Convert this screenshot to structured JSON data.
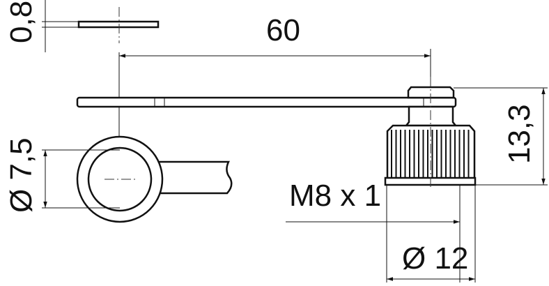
{
  "dimensions": {
    "thickness": "0,8",
    "length": "60",
    "height": "13,3",
    "ring_diameter": "Ø 7,5",
    "thread": "M8 x 1",
    "cap_diameter": "Ø 12"
  },
  "colors": {
    "line": "#111111",
    "background": "#ffffff"
  }
}
